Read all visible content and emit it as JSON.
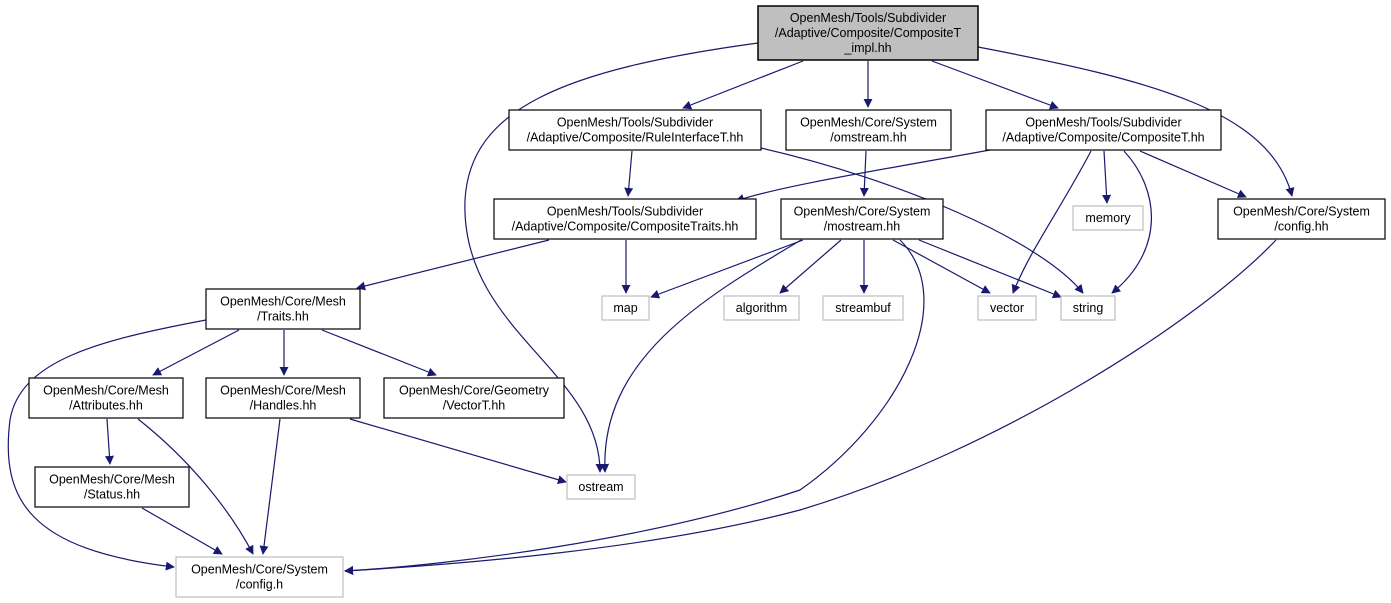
{
  "diagram": {
    "title": "Include dependency graph",
    "colors": {
      "edge": "#191970",
      "root_fill": "#bfbfbf",
      "doc_border": "#000000",
      "ext_border": "#bfbfbf",
      "fill": "#ffffff"
    },
    "nodes": [
      {
        "id": "root",
        "lines": [
          "OpenMesh/Tools/Subdivider",
          "/Adaptive/Composite/CompositeT",
          "_impl.hh"
        ],
        "kind": "root"
      },
      {
        "id": "ruleinterface",
        "lines": [
          "OpenMesh/Tools/Subdivider",
          "/Adaptive/Composite/RuleInterfaceT.hh"
        ],
        "kind": "doc"
      },
      {
        "id": "omstream",
        "lines": [
          "OpenMesh/Core/System",
          "/omstream.hh"
        ],
        "kind": "doc"
      },
      {
        "id": "compositeT",
        "lines": [
          "OpenMesh/Tools/Subdivider",
          "/Adaptive/Composite/CompositeT.hh"
        ],
        "kind": "doc"
      },
      {
        "id": "compositetraits",
        "lines": [
          "OpenMesh/Tools/Subdivider",
          "/Adaptive/Composite/CompositeTraits.hh"
        ],
        "kind": "doc"
      },
      {
        "id": "mostream",
        "lines": [
          "OpenMesh/Core/System",
          "/mostream.hh"
        ],
        "kind": "doc"
      },
      {
        "id": "memory",
        "lines": [
          "memory"
        ],
        "kind": "ext"
      },
      {
        "id": "confighh",
        "lines": [
          "OpenMesh/Core/System",
          "/config.hh"
        ],
        "kind": "doc"
      },
      {
        "id": "traits",
        "lines": [
          "OpenMesh/Core/Mesh",
          "/Traits.hh"
        ],
        "kind": "doc"
      },
      {
        "id": "map",
        "lines": [
          "map"
        ],
        "kind": "ext"
      },
      {
        "id": "algorithm",
        "lines": [
          "algorithm"
        ],
        "kind": "ext"
      },
      {
        "id": "streambuf",
        "lines": [
          "streambuf"
        ],
        "kind": "ext"
      },
      {
        "id": "vector",
        "lines": [
          "vector"
        ],
        "kind": "ext"
      },
      {
        "id": "string",
        "lines": [
          "string"
        ],
        "kind": "ext"
      },
      {
        "id": "attributes",
        "lines": [
          "OpenMesh/Core/Mesh",
          "/Attributes.hh"
        ],
        "kind": "doc"
      },
      {
        "id": "handles",
        "lines": [
          "OpenMesh/Core/Mesh",
          "/Handles.hh"
        ],
        "kind": "doc"
      },
      {
        "id": "vectorT",
        "lines": [
          "OpenMesh/Core/Geometry",
          "/VectorT.hh"
        ],
        "kind": "doc"
      },
      {
        "id": "ostream",
        "lines": [
          "ostream"
        ],
        "kind": "ext"
      },
      {
        "id": "status",
        "lines": [
          "OpenMesh/Core/Mesh",
          "/Status.hh"
        ],
        "kind": "doc"
      },
      {
        "id": "configh",
        "lines": [
          "OpenMesh/Core/System",
          "/config.h"
        ],
        "kind": "ext"
      }
    ],
    "edges": [
      {
        "from": "root",
        "to": "ostream"
      },
      {
        "from": "root",
        "to": "ruleinterface"
      },
      {
        "from": "root",
        "to": "omstream"
      },
      {
        "from": "root",
        "to": "compositeT"
      },
      {
        "from": "root",
        "to": "confighh"
      },
      {
        "from": "ruleinterface",
        "to": "compositetraits"
      },
      {
        "from": "ruleinterface",
        "to": "string"
      },
      {
        "from": "omstream",
        "to": "mostream"
      },
      {
        "from": "compositeT",
        "to": "compositetraits"
      },
      {
        "from": "compositeT",
        "to": "memory"
      },
      {
        "from": "compositeT",
        "to": "confighh"
      },
      {
        "from": "compositeT",
        "to": "vector"
      },
      {
        "from": "compositeT",
        "to": "string"
      },
      {
        "from": "compositetraits",
        "to": "traits"
      },
      {
        "from": "compositetraits",
        "to": "map"
      },
      {
        "from": "mostream",
        "to": "map"
      },
      {
        "from": "mostream",
        "to": "algorithm"
      },
      {
        "from": "mostream",
        "to": "streambuf"
      },
      {
        "from": "mostream",
        "to": "vector"
      },
      {
        "from": "mostream",
        "to": "string"
      },
      {
        "from": "mostream",
        "to": "ostream"
      },
      {
        "from": "mostream",
        "to": "configh"
      },
      {
        "from": "confighh",
        "to": "configh"
      },
      {
        "from": "traits",
        "to": "attributes"
      },
      {
        "from": "traits",
        "to": "handles"
      },
      {
        "from": "traits",
        "to": "vectorT"
      },
      {
        "from": "traits",
        "to": "configh"
      },
      {
        "from": "attributes",
        "to": "status"
      },
      {
        "from": "attributes",
        "to": "configh"
      },
      {
        "from": "handles",
        "to": "ostream"
      },
      {
        "from": "handles",
        "to": "configh"
      },
      {
        "from": "status",
        "to": "configh"
      }
    ]
  }
}
